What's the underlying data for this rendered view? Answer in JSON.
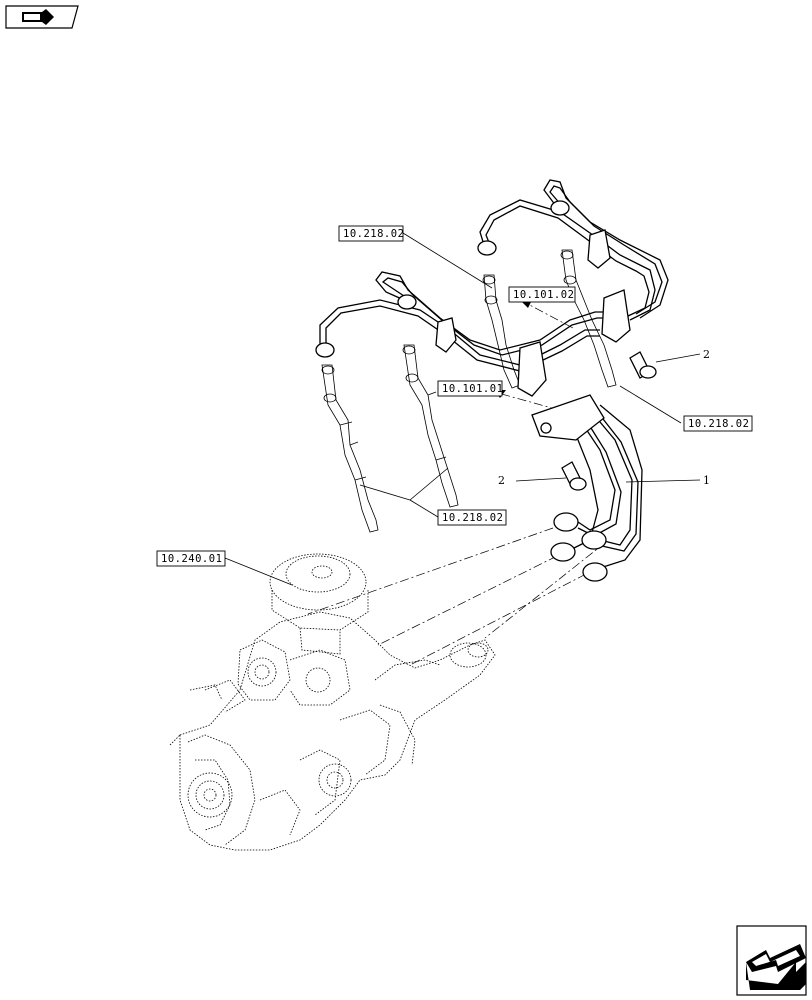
{
  "references": {
    "ref_upper_left": "10.218.02",
    "ref_upper_mid": "10.101.02",
    "ref_mid": "10.101.01",
    "ref_right": "10.218.02",
    "ref_lower": "10.218.02",
    "ref_pump": "10.240.01"
  },
  "callouts": {
    "bolt_upper": "2",
    "bolt_lower": "2",
    "pipe_assembly": "1"
  },
  "icons": {
    "top_left": "book-arrow-icon",
    "bottom_right": "next-page-arrow-icon"
  }
}
